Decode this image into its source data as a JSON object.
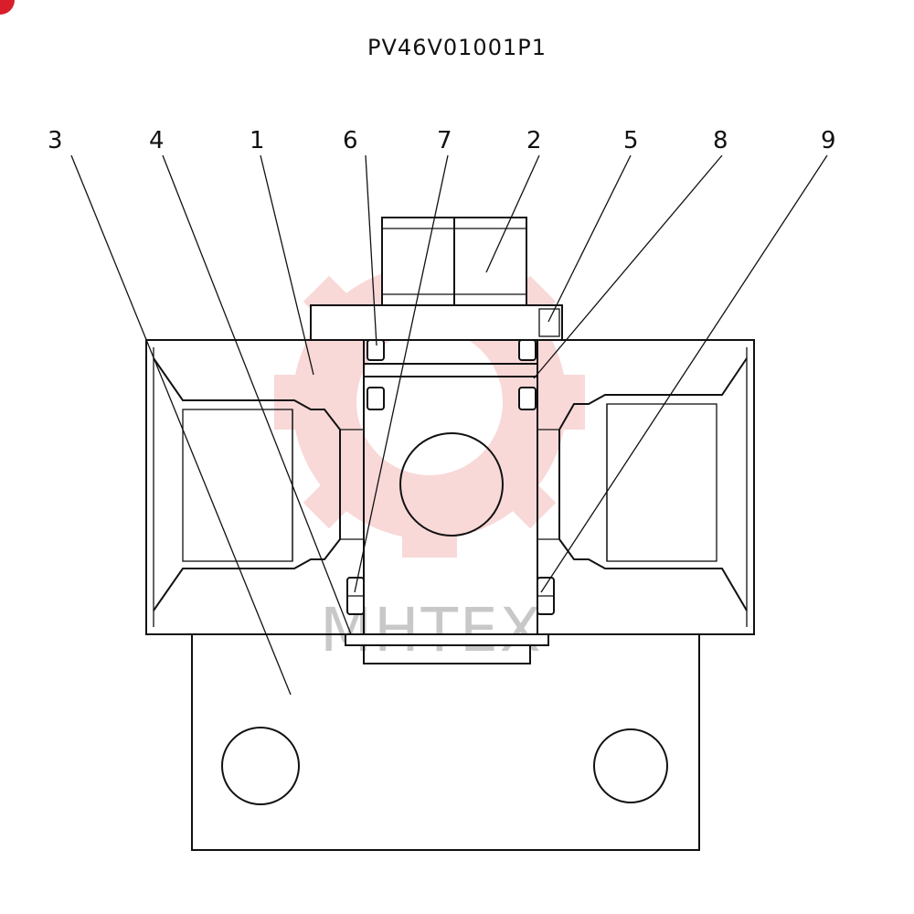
{
  "title": "PV46V01001P1",
  "callouts": [
    {
      "id": "c3",
      "label": "3"
    },
    {
      "id": "c4",
      "label": "4"
    },
    {
      "id": "c1",
      "label": "1"
    },
    {
      "id": "c6",
      "label": "6"
    },
    {
      "id": "c7",
      "label": "7"
    },
    {
      "id": "c2",
      "label": "2"
    },
    {
      "id": "c5",
      "label": "5"
    },
    {
      "id": "c8",
      "label": "8"
    },
    {
      "id": "c9",
      "label": "9"
    }
  ],
  "watermark": {
    "text": "MHTEX",
    "color": "#e23030"
  },
  "colors": {
    "line": "#111111",
    "corner_badge": "#d81e2a"
  }
}
